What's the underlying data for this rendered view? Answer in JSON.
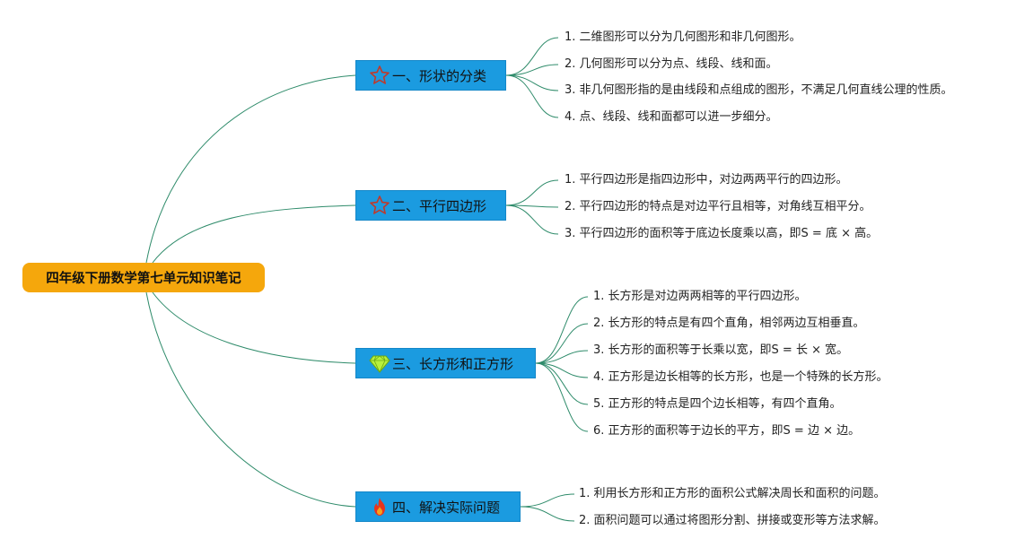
{
  "root": {
    "label": "四年级下册数学第七单元知识笔记"
  },
  "branches": [
    {
      "label": "一、形状的分类",
      "icon": "star-outline-icon",
      "items": [
        "1. 二维图形可以分为几何图形和非几何图形。",
        "2. 几何图形可以分为点、线段、线和面。",
        "3. 非几何图形指的是由线段和点组成的图形，不满足几何直线公理的性质。",
        "4. 点、线段、线和面都可以进一步细分。"
      ]
    },
    {
      "label": "二、平行四边形",
      "icon": "star-outline-icon",
      "items": [
        "1. 平行四边形是指四边形中，对边两两平行的四边形。",
        "2. 平行四边形的特点是对边平行且相等，对角线互相平分。",
        "3. 平行四边形的面积等于底边长度乘以高，即S = 底 × 高。"
      ]
    },
    {
      "label": "三、长方形和正方形",
      "icon": "diamond-icon",
      "items": [
        "1. 长方形是对边两两相等的平行四边形。",
        "2. 长方形的特点是有四个直角，相邻两边互相垂直。",
        "3. 长方形的面积等于长乘以宽，即S = 长 × 宽。",
        "4. 正方形是边长相等的长方形，也是一个特殊的长方形。",
        "5. 正方形的特点是四个边长相等，有四个直角。",
        "6. 正方形的面积等于边长的平方，即S = 边 × 边。"
      ]
    },
    {
      "label": "四、解决实际问题",
      "icon": "fire-icon",
      "items": [
        "1. 利用长方形和正方形的面积公式解决周长和面积的问题。",
        "2. 面积问题可以通过将图形分割、拼接或变形等方法求解。"
      ]
    }
  ],
  "colors": {
    "line": "#2E8B6A",
    "root_bg": "#F5A70C",
    "branch_bg": "#1B9BE0"
  }
}
